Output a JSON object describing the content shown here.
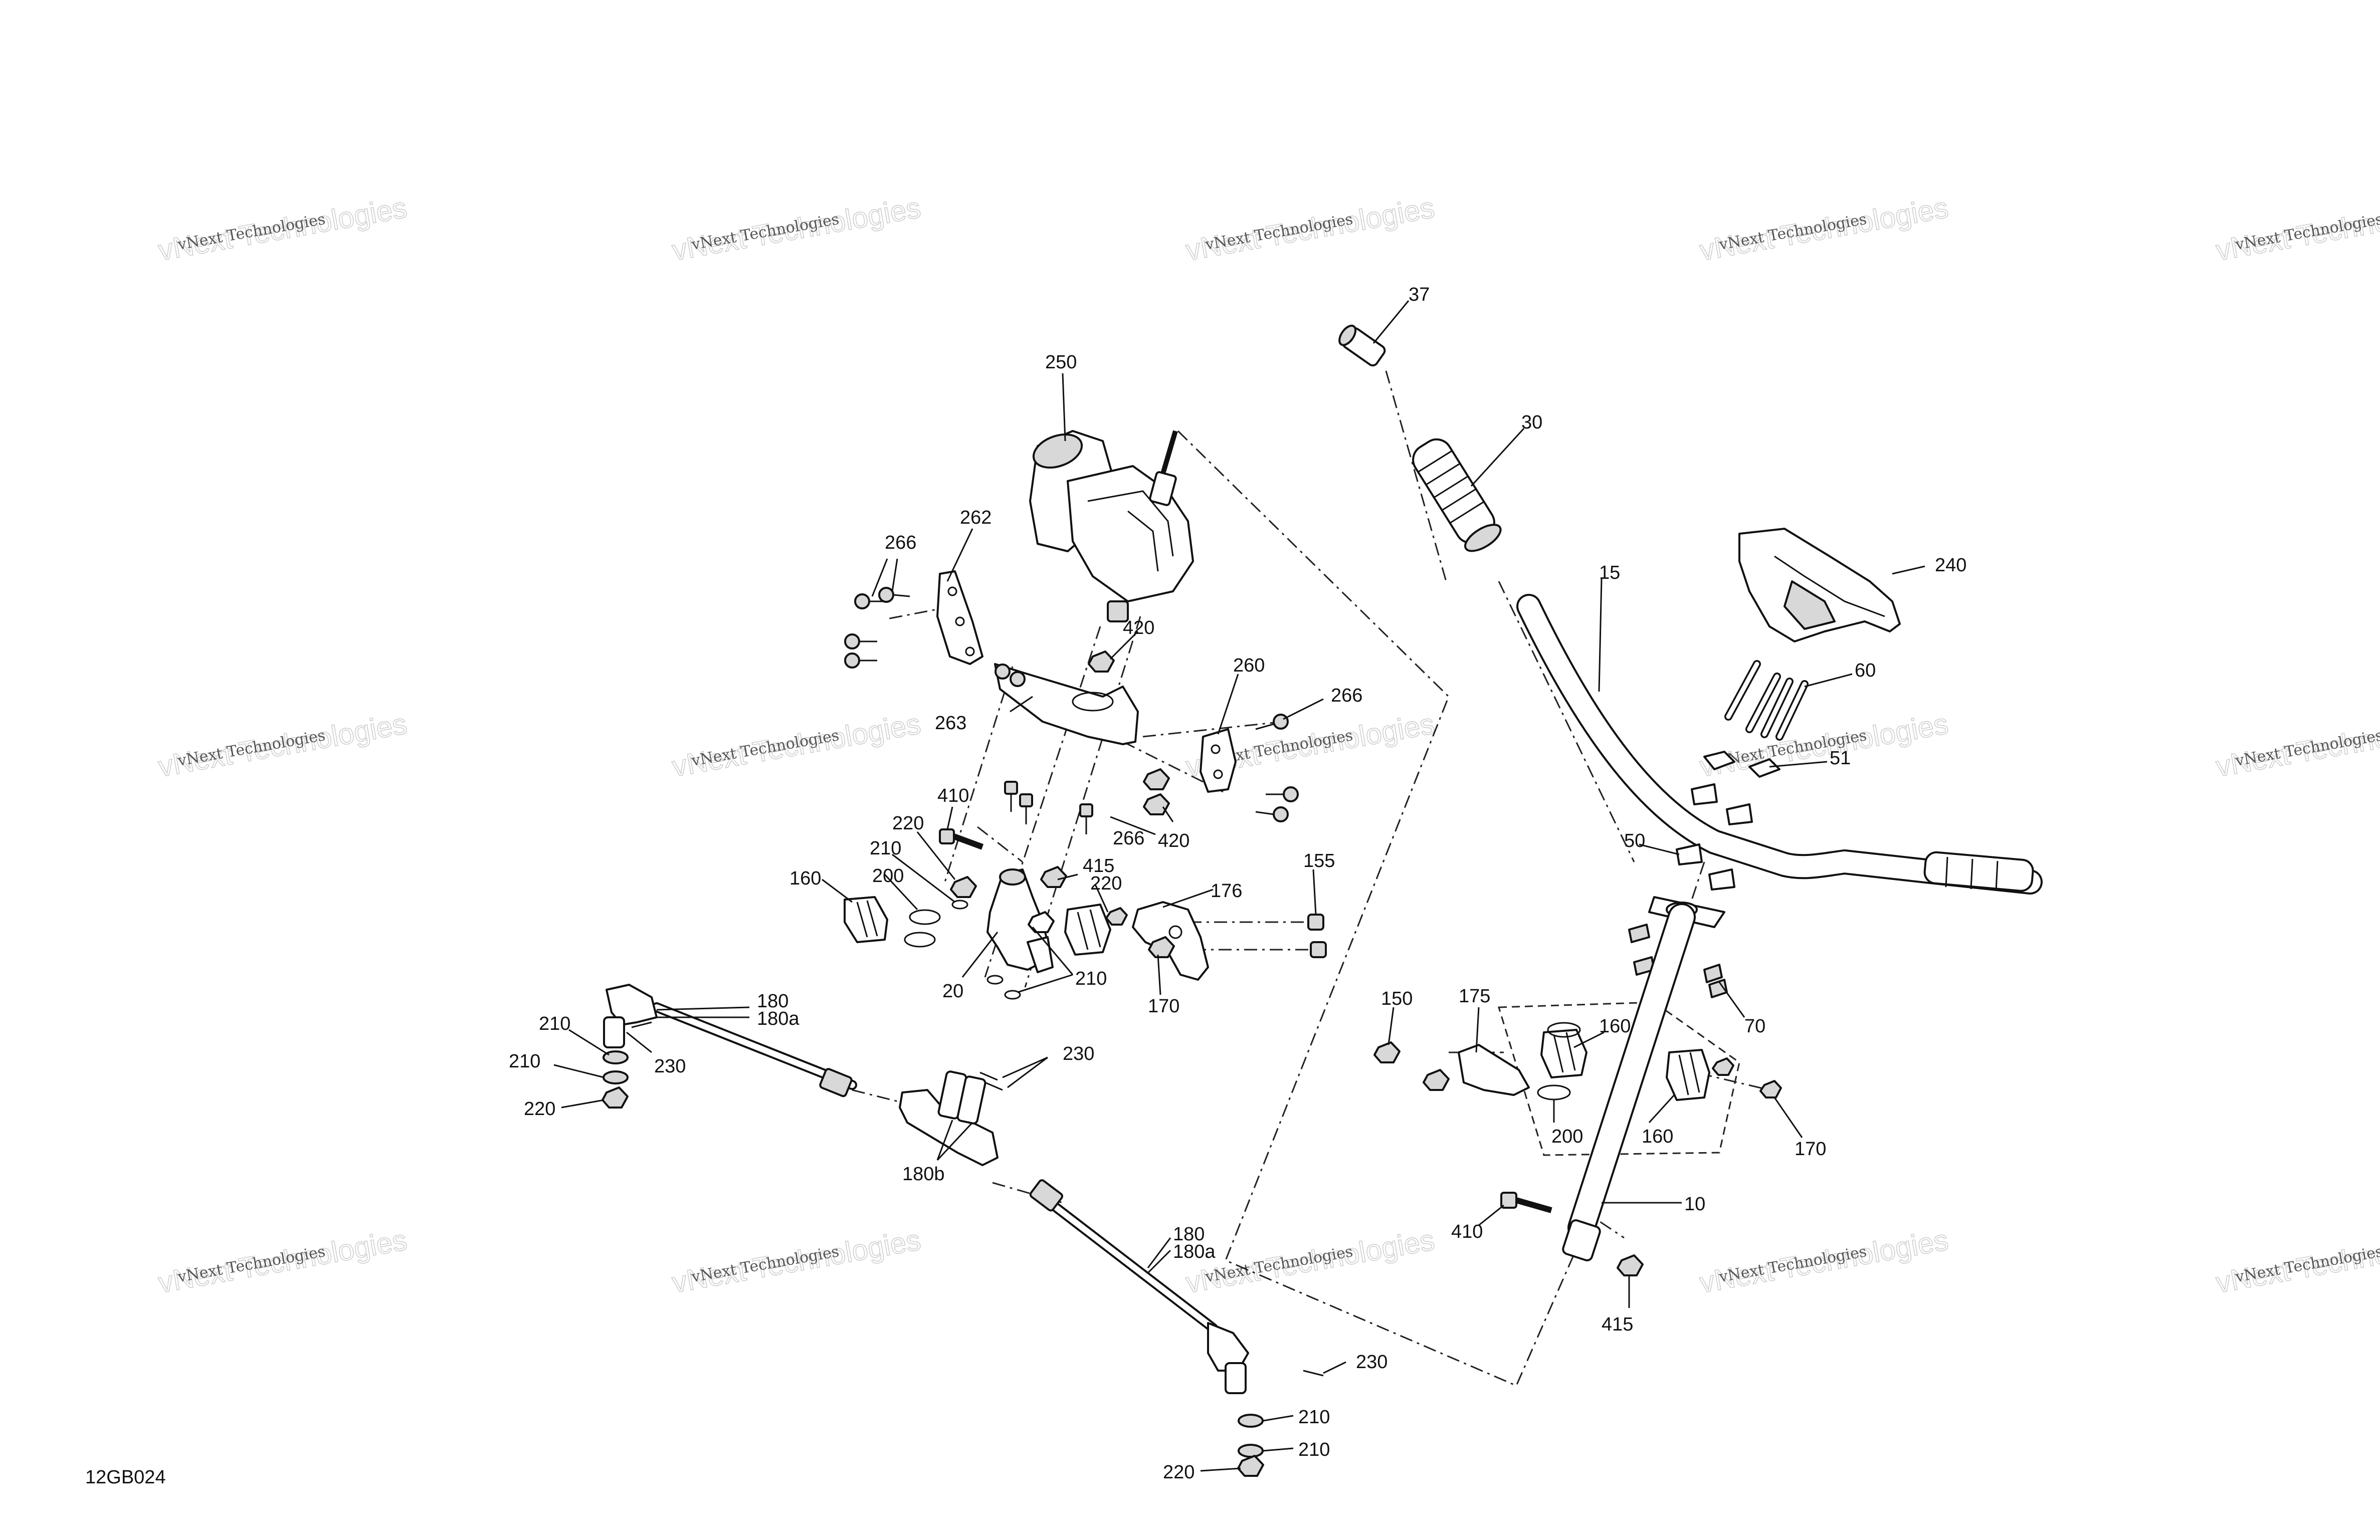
{
  "figure_id": "12GB024",
  "watermark": {
    "line1": "vNext Technologies",
    "line2": "vNext Technologies"
  },
  "callouts": {
    "c10": "10",
    "c15": "15",
    "c20": "20",
    "c30": "30",
    "c37": "37",
    "c50": "50",
    "c51": "51",
    "c60": "60",
    "c70": "70",
    "c150": "150",
    "c155": "155",
    "c160": "160",
    "c170": "170",
    "c175": "175",
    "c176": "176",
    "c180": "180",
    "c180a": "180a",
    "c180b": "180b",
    "c200": "200",
    "c210": "210",
    "c220": "220",
    "c230": "230",
    "c240": "240",
    "c250": "250",
    "c260": "260",
    "c262": "262",
    "c263": "263",
    "c266": "266",
    "c410": "410",
    "c415": "415",
    "c420": "420"
  }
}
